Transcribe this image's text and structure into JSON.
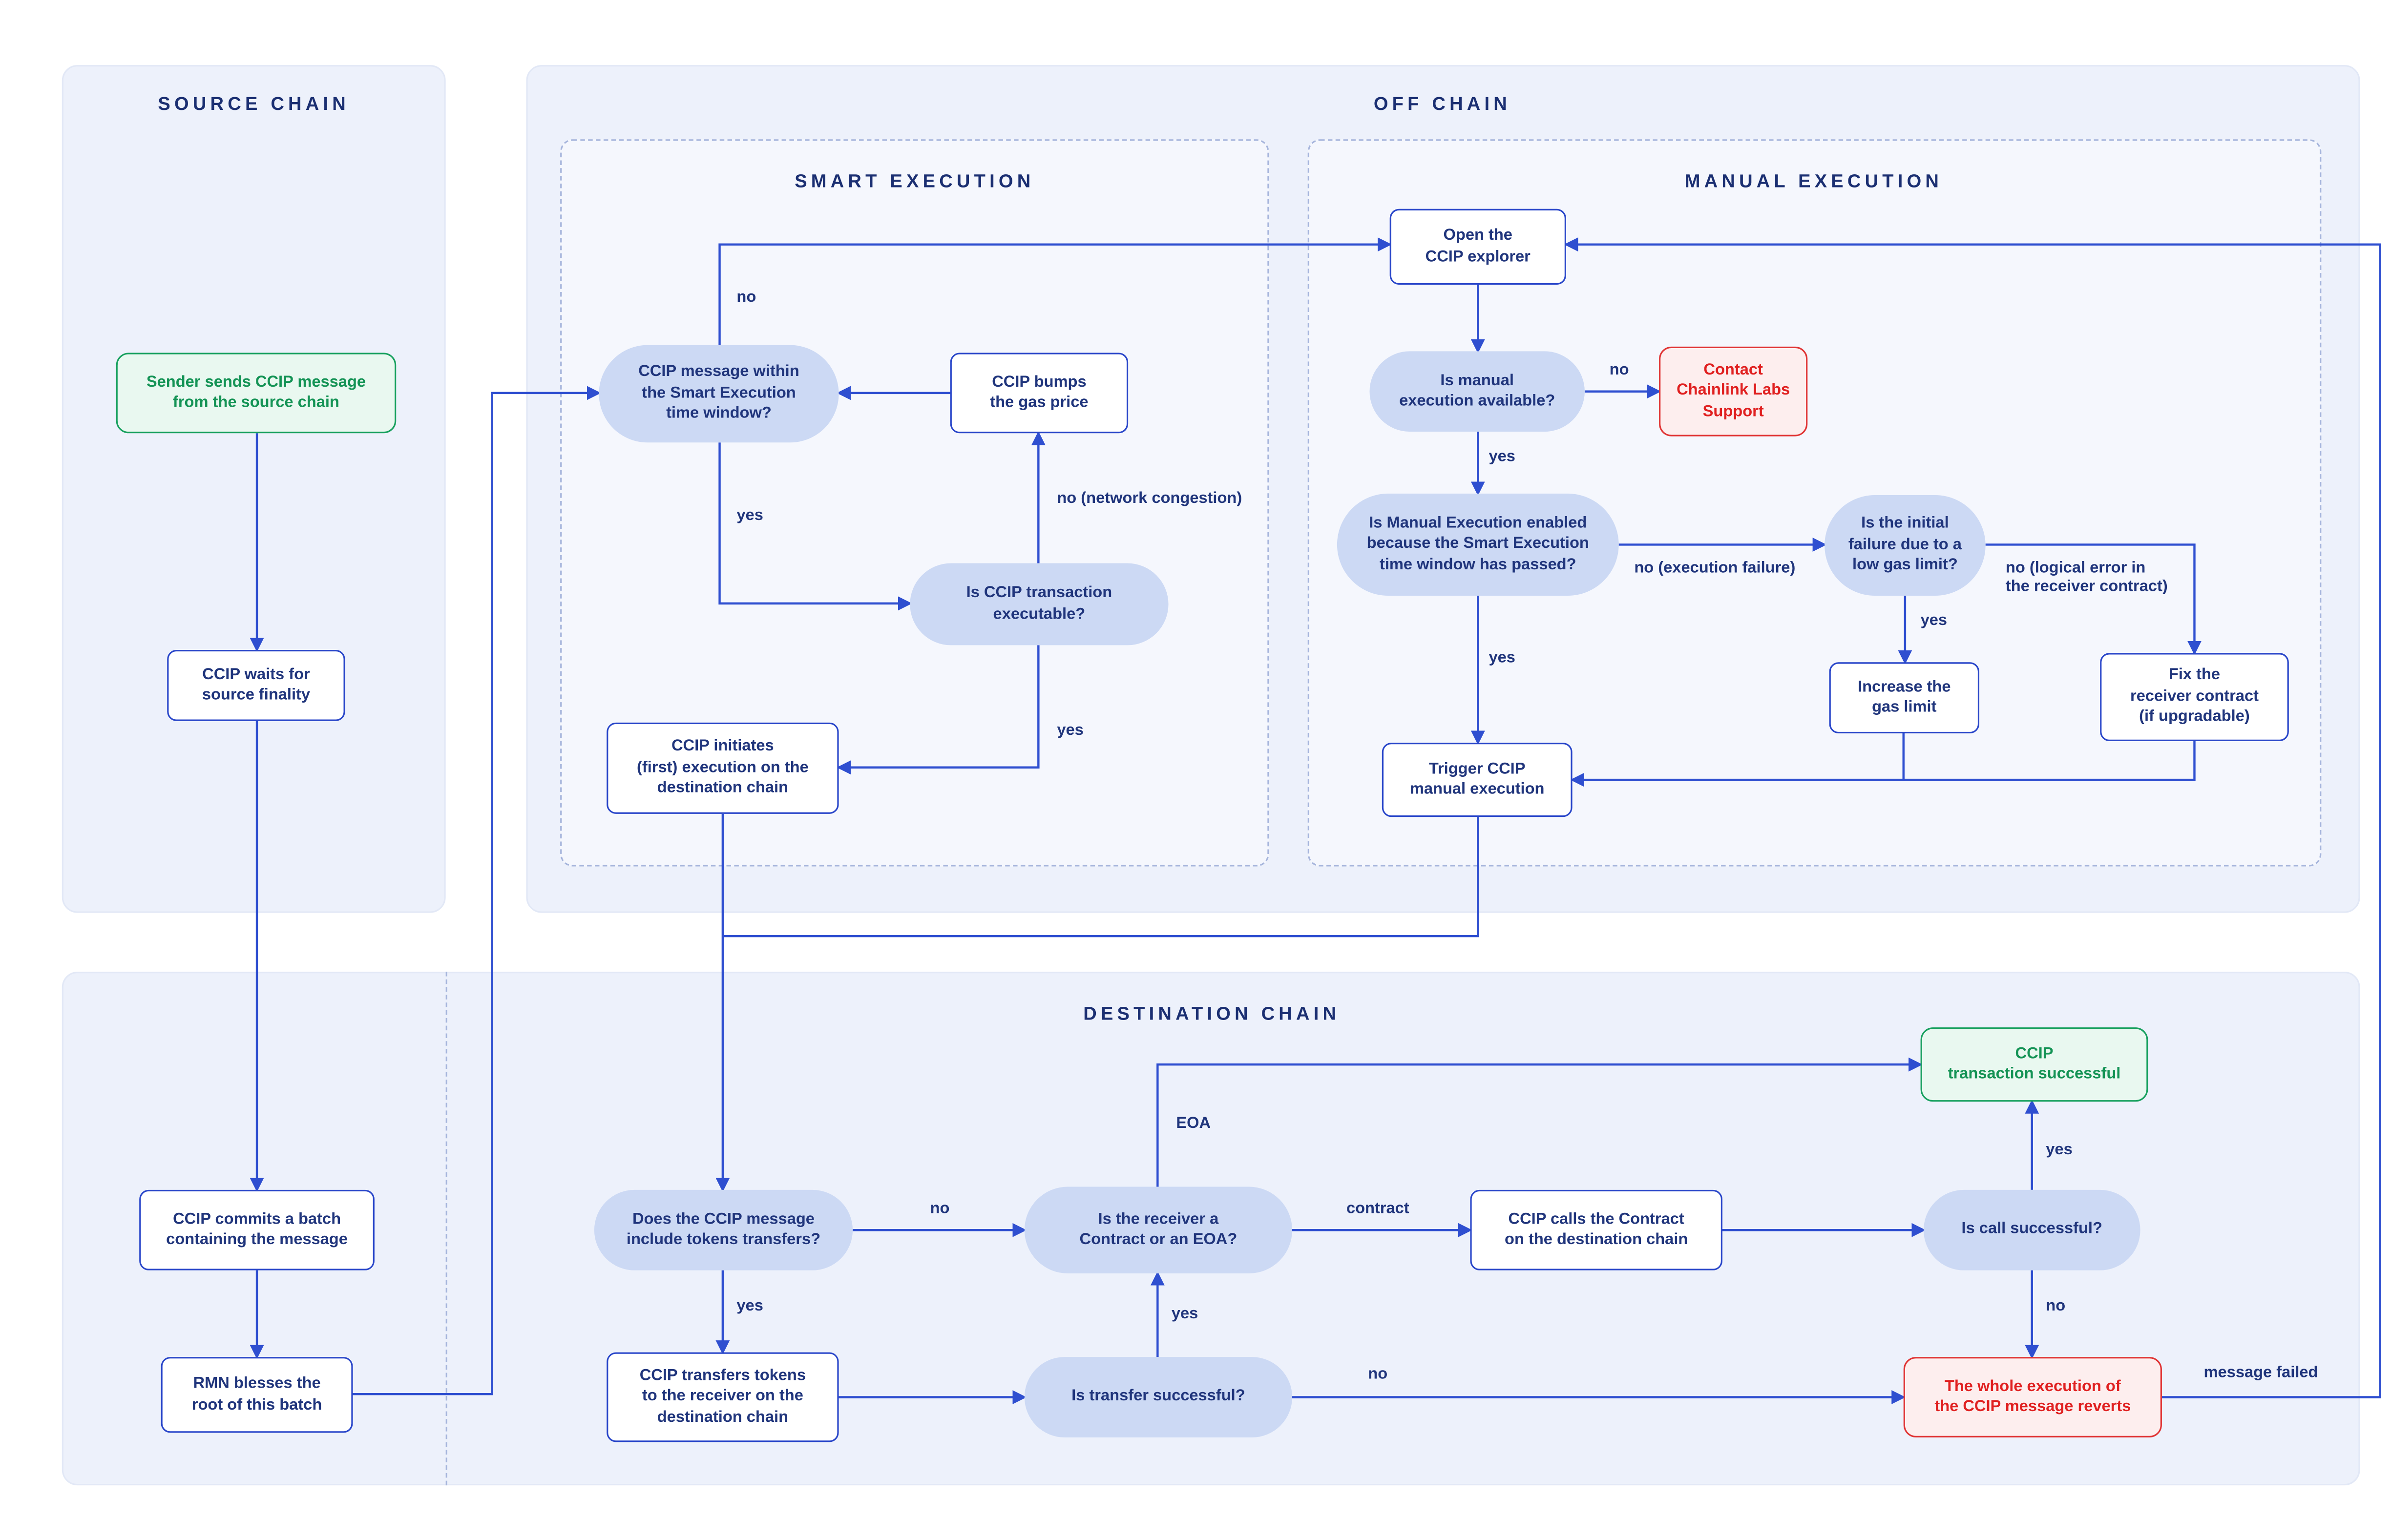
{
  "panels": {
    "source_chain": "SOURCE CHAIN",
    "off_chain": "OFF CHAIN",
    "smart_execution": "SMART EXECUTION",
    "manual_execution": "MANUAL EXECUTION",
    "destination_chain": "DESTINATION CHAIN"
  },
  "nodes": {
    "sender": "Sender sends CCIP message\nfrom the source chain",
    "waits": "CCIP waits for\nsource finality",
    "commits": "CCIP commits a batch\ncontaining the message",
    "rmn": "RMN blesses the\nroot of this batch",
    "time_window": "CCIP message within\nthe Smart Execution\ntime window?",
    "bumps_gas": "CCIP bumps\nthe gas price",
    "executable": "Is CCIP transaction\nexecutable?",
    "initiates": "CCIP initiates\n(first) execution on the\ndestination chain",
    "open_explorer": "Open the\nCCIP explorer",
    "manual_available": "Is manual\nexecution available?",
    "contact_support": "Contact\nChainlink Labs\nSupport",
    "manual_enabled": "Is Manual Execution enabled\nbecause the Smart Execution\ntime window has passed?",
    "initial_failure": "Is the initial\nfailure due to a\nlow gas limit?",
    "increase_gas": "Increase the\ngas limit",
    "fix_receiver": "Fix the\nreceiver contract\n(if upgradable)",
    "trigger_manual": "Trigger CCIP\nmanual execution",
    "includes_tokens": "Does the CCIP message\ninclude tokens transfers?",
    "receiver_type": "Is the receiver a\nContract or an EOA?",
    "transfers_tokens": "CCIP transfers tokens\nto the receiver on the\ndestination chain",
    "transfer_successful": "Is transfer successful?",
    "calls_contract": "CCIP calls the Contract\non the destination chain",
    "call_successful": "Is call successful?",
    "tx_successful": "CCIP\ntransaction successful",
    "reverts": "The whole execution of\nthe CCIP message reverts"
  },
  "labels": {
    "smart_no": "no",
    "smart_yes": "yes",
    "network_congestion": "no (network congestion)",
    "executable_yes": "yes",
    "manual_no": "no",
    "manual_yes": "yes",
    "execution_failure": "no (execution failure)",
    "enabled_yes": "yes",
    "gas_yes": "yes",
    "logical_error": "no (logical error in\nthe receiver contract)",
    "tokens_no": "no",
    "tokens_yes": "yes",
    "eoa": "EOA",
    "contract": "contract",
    "transfer_yes": "yes",
    "transfer_no": "no",
    "call_yes": "yes",
    "call_no": "no",
    "message_failed": "message failed"
  },
  "colors": {
    "arrow": "#2f4fd0",
    "node_text": "#20357c",
    "proc_border": "#2946c9",
    "decision_fill": "#ccd9f4",
    "panel_fill": "#edf1fb",
    "dashed": "#a6b5dc",
    "title": "#1b2f72",
    "green_border": "#17a05e",
    "green_fill": "#e9f8f0",
    "green_text": "#149355",
    "red_border": "#e03434",
    "red_fill": "#fdeeee",
    "red_text": "#e02020"
  }
}
